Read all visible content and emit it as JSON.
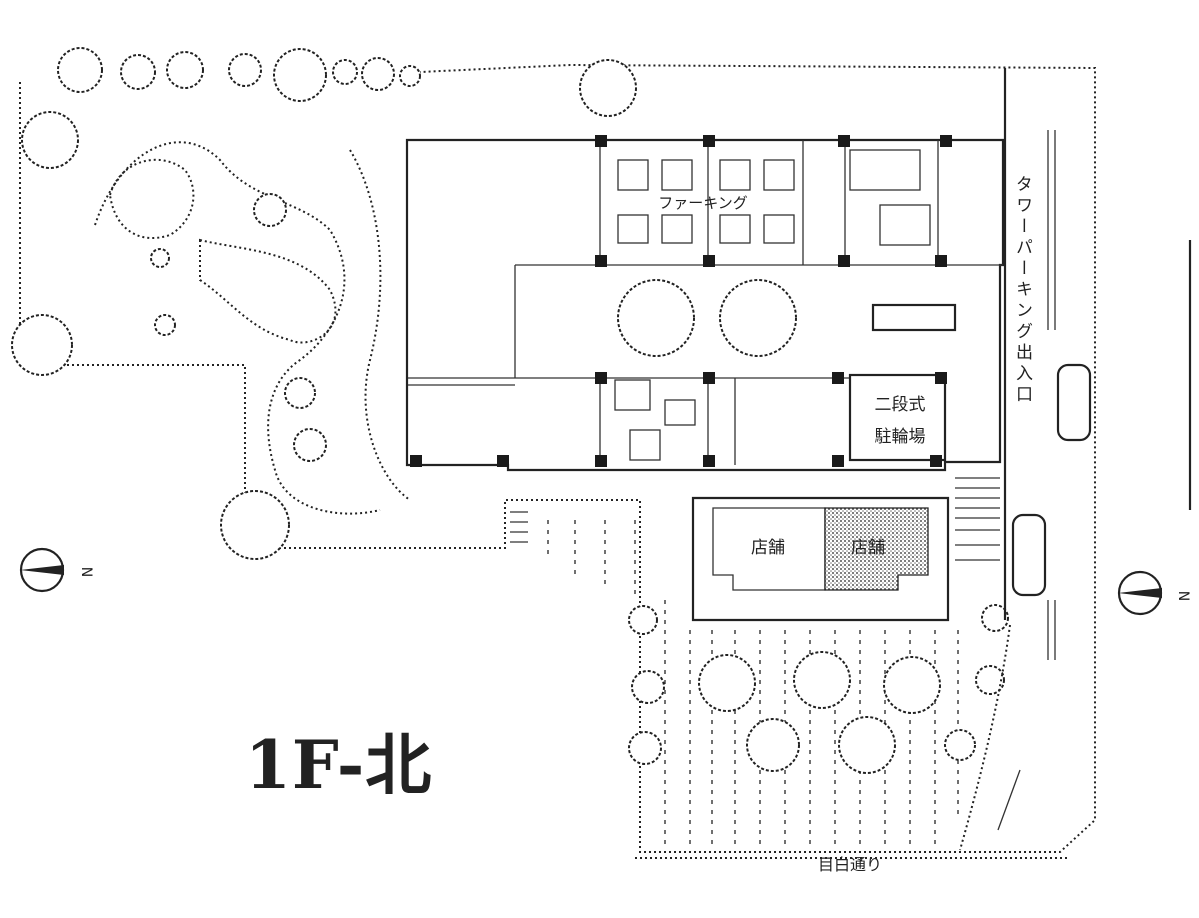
{
  "title": "1F-北",
  "labels": {
    "parking_inner": "ファーキング",
    "tower_parking": "タワーパーキング出入口",
    "bicycle_parking": "二段式駐輪場",
    "shop": "店舗",
    "street": "目白通り",
    "shaded_room": "店舗"
  },
  "north_arrows": [
    "N",
    "N"
  ],
  "colors": {
    "ink": "#222222",
    "shade": "#9a9a9a"
  }
}
